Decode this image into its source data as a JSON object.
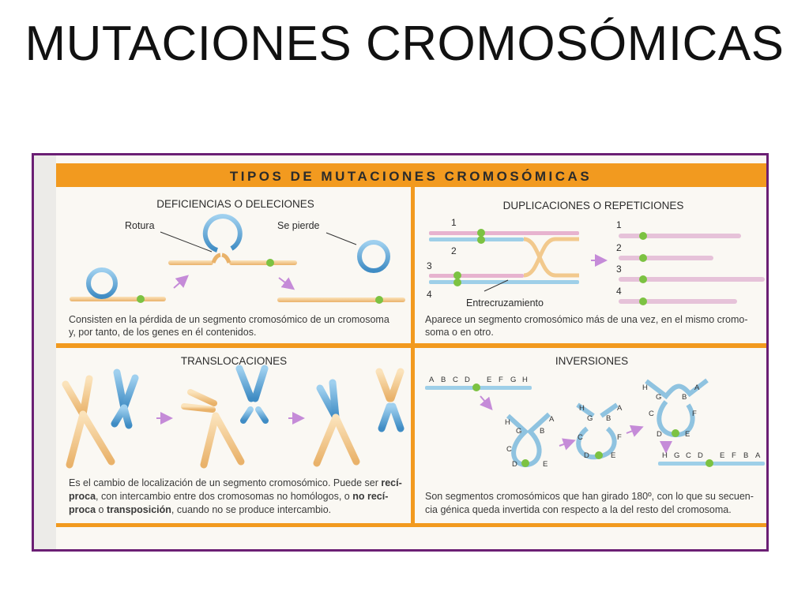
{
  "slide": {
    "title": "MUTACIONES CROMOSÓMICAS"
  },
  "figure": {
    "banner": "TIPOS DE MUTACIONES CROMOSÓMICAS",
    "colors": {
      "frame": "#6b1f74",
      "banner": "#f29a1f",
      "chromatid_orange": "#f2c98d",
      "chromatid_blue": "#5fa8d8",
      "centromere": "#7cc242",
      "arrow": "#c58bd8"
    },
    "deleciones": {
      "title": "DEFICIENCIAS O DELECIONES",
      "label_rotura": "Rotura",
      "label_pierde": "Se pierde",
      "desc1": "Consisten en la pérdida de un segmento cromosómico de un cromosoma",
      "desc2": "y, por tanto, de los genes en él contenidos."
    },
    "duplicaciones": {
      "title": "DUPLICACIONES O REPETICIONES",
      "numbers": [
        "1",
        "2",
        "3",
        "4"
      ],
      "label_cross": "Entrecruzamiento",
      "desc1": "Aparece un segmento cromosómico más de una vez, en el mismo cromo-",
      "desc2": "soma o en otro."
    },
    "translocaciones": {
      "title": "TRANSLOCACIONES",
      "desc1": "Es el cambio de localización de un segmento cromosómico. Puede ser ",
      "desc1_b": "recí-",
      "desc2_b1": "proca",
      "desc2": ", con intercambio entre dos cromosomas no homólogos, o ",
      "desc2_b2": "no recí-",
      "desc3_b1": "proca",
      "desc3": " o ",
      "desc3_b2": "transposición",
      "desc3_end": ", cuando no se produce intercambio."
    },
    "inversiones": {
      "title": "INVERSIONES",
      "seq_top": [
        "A",
        "B",
        "C",
        "D",
        "E",
        "F",
        "G",
        "H"
      ],
      "seq_bottom": [
        "H",
        "G",
        "C",
        "D",
        "E",
        "F",
        "B",
        "A"
      ],
      "desc1": "Son segmentos cromosómicos que han girado 180º, con lo que su secuen-",
      "desc2": "cia génica queda invertida con respecto a la del resto del cromosoma."
    }
  }
}
